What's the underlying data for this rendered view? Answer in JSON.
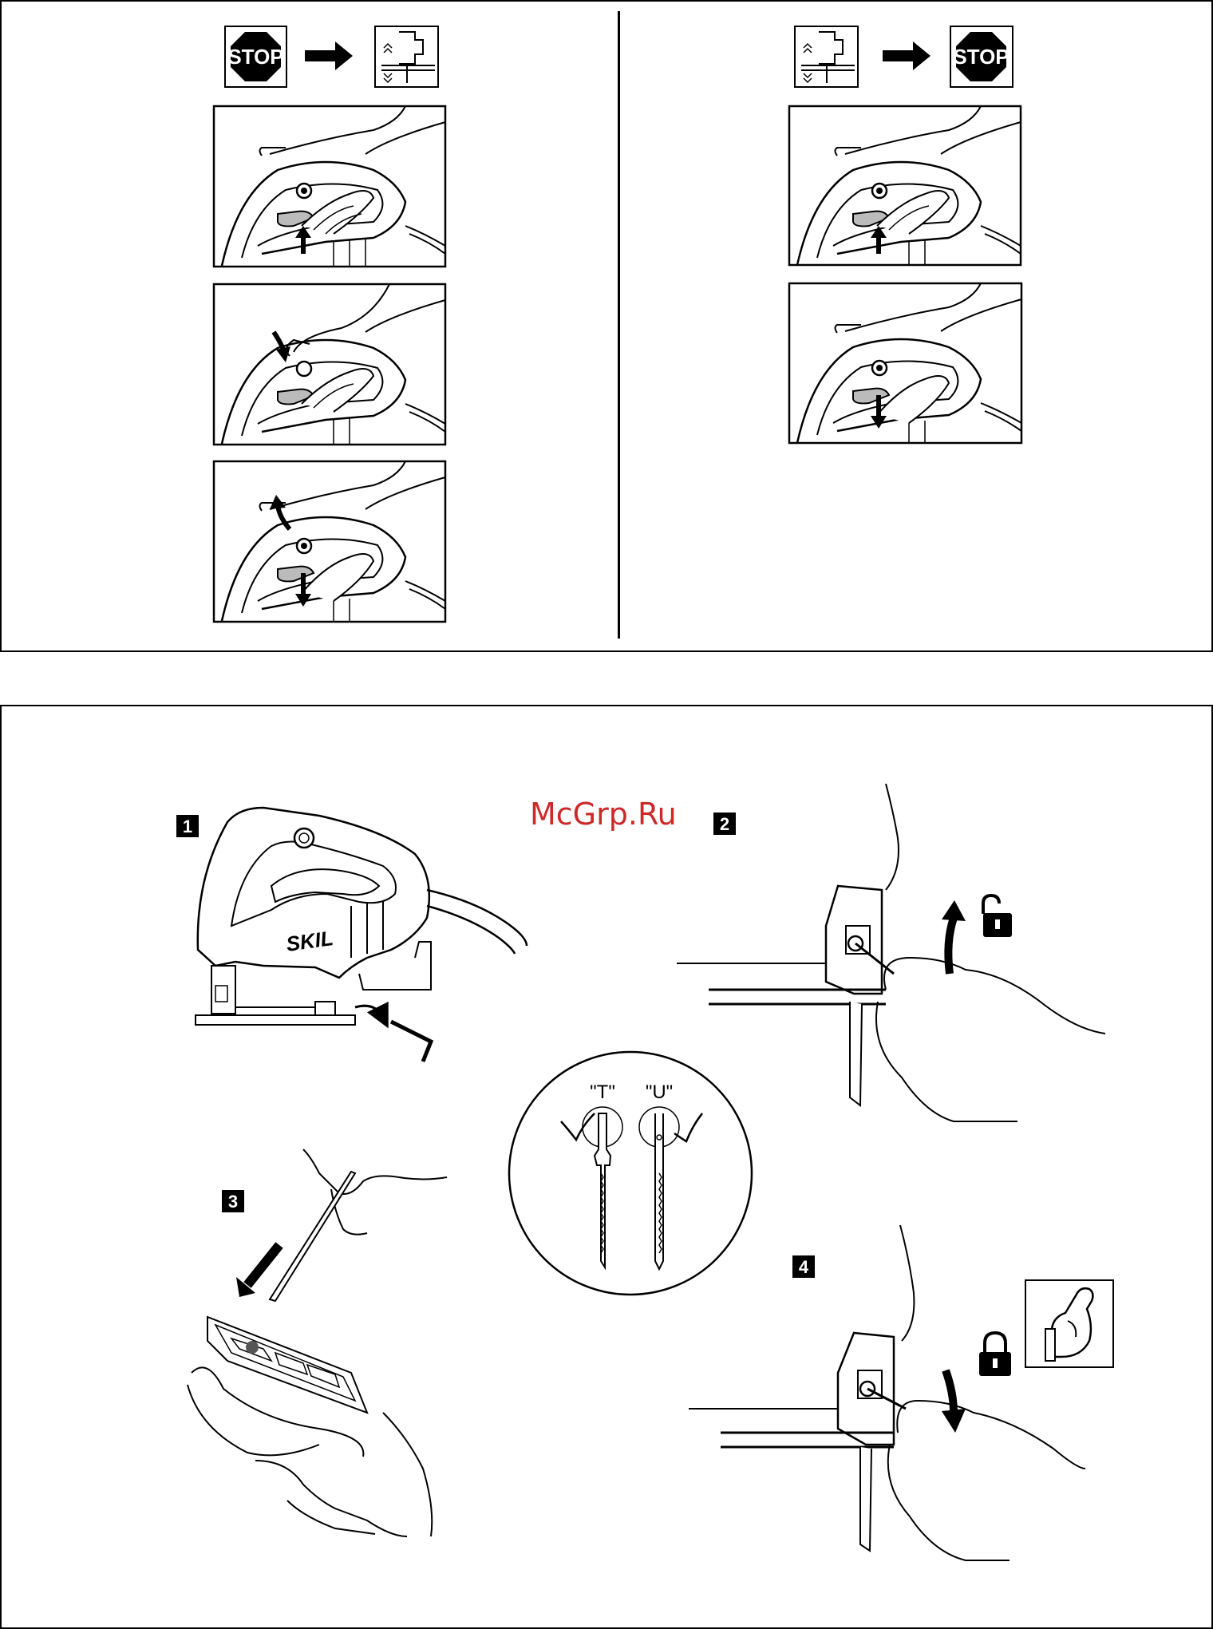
{
  "top": {
    "left_sequence": {
      "from_icon": "stop-sign",
      "stop_label": "STOP",
      "to_icon": "blade-clamp-icon",
      "frames": [
        "lever-up",
        "press-button",
        "lever-down"
      ]
    },
    "right_sequence": {
      "from_icon": "blade-clamp-icon",
      "to_icon": "stop-sign",
      "stop_label": "STOP",
      "frames": [
        "lever-up",
        "lever-down"
      ]
    }
  },
  "bottom": {
    "watermark": "McGrp.Ru",
    "steps": [
      {
        "number": "1",
        "content": "jigsaw-with-hex-key"
      },
      {
        "number": "2",
        "content": "unlock-blade-screw"
      },
      {
        "number": "3",
        "content": "insert-blade"
      },
      {
        "number": "4",
        "content": "lock-blade-screw"
      }
    ],
    "tool_brand": "SKIL",
    "blade_types": [
      "\"T\"",
      "\"U\""
    ],
    "icons": [
      "unlock-icon",
      "lock-icon",
      "strength-icon"
    ]
  }
}
